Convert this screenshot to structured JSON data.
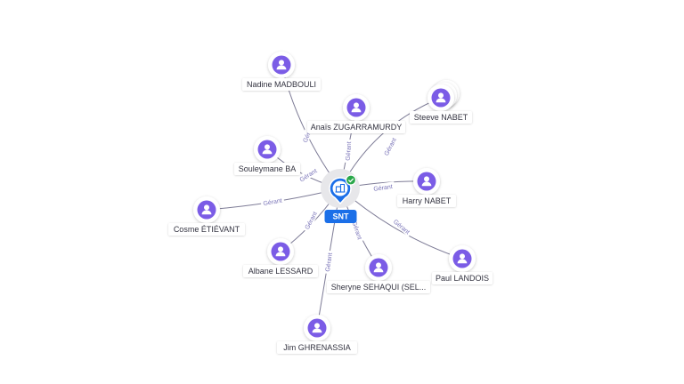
{
  "colors": {
    "person": "#7b5ce6",
    "edge": "#7d7b96",
    "center": "#1b6fe8",
    "check": "#2aa84a",
    "label_bg": "#ffffff",
    "label_text": "#333340"
  },
  "center": {
    "label": "SNT",
    "icon": "building-icon",
    "badge": "check-icon"
  },
  "nodes": [
    {
      "id": "nadine",
      "label": "Nadine MADBOULI",
      "edge_label": "Gérant"
    },
    {
      "id": "anais",
      "label": "Anaïs ZUGARRAMURDY",
      "edge_label": "Gérant"
    },
    {
      "id": "steeve",
      "label": "Steeve NABET",
      "edge_label": "Gérant"
    },
    {
      "id": "souleymane",
      "label": "Souleymane BA",
      "edge_label": "Gérant"
    },
    {
      "id": "harry",
      "label": "Harry NABET",
      "edge_label": "Gérant"
    },
    {
      "id": "cosme",
      "label": "Cosme ÉTIÉVANT",
      "edge_label": "Gérant"
    },
    {
      "id": "albane",
      "label": "Albane LESSARD",
      "edge_label": "Gérant"
    },
    {
      "id": "sheryne",
      "label": "Sheryne SEHAQUI (SEL...",
      "edge_label": "Gérant"
    },
    {
      "id": "paul",
      "label": "Paul LANDOIS",
      "edge_label": "Gérant"
    },
    {
      "id": "jim",
      "label": "Jim GHRENASSIA",
      "edge_label": "Gérant"
    }
  ]
}
